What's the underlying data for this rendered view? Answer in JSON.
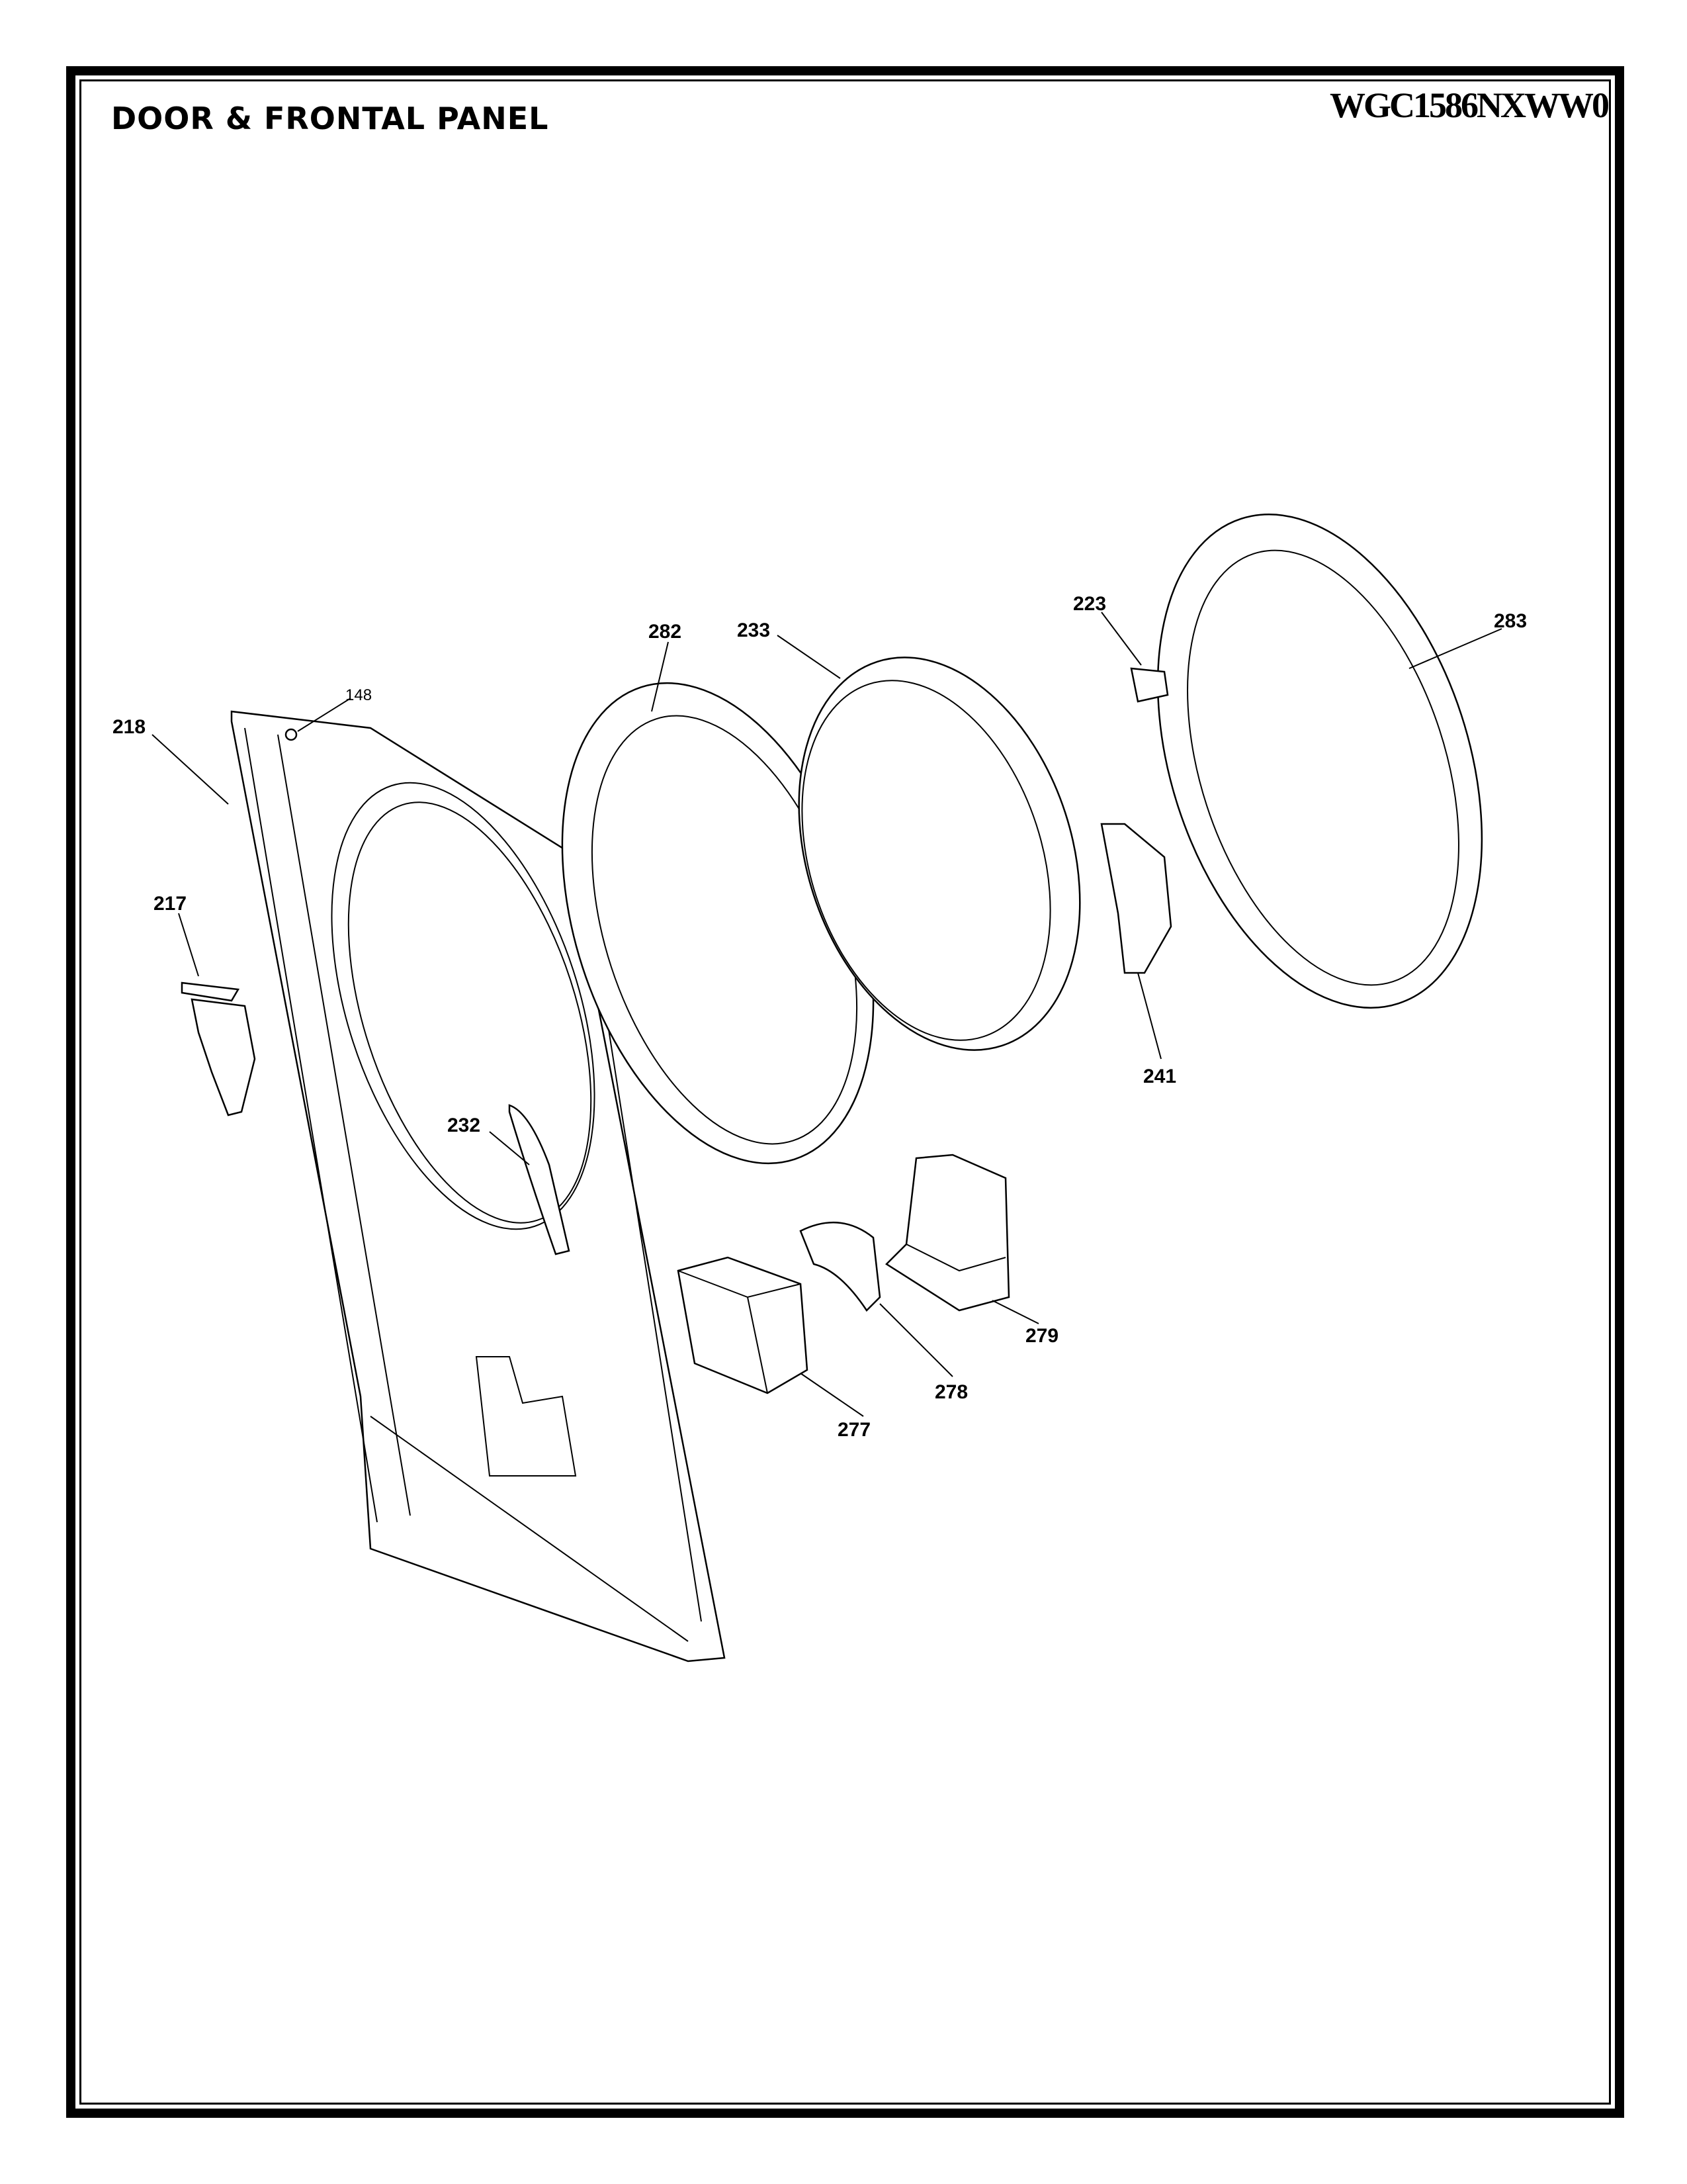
{
  "header": {
    "title": "DOOR & FRONTAL PANEL",
    "model": "WGC1586NXWW0"
  },
  "callouts": {
    "c148": "148",
    "c217": "217",
    "c218": "218",
    "c223": "223",
    "c232": "232",
    "c233": "233",
    "c241": "241",
    "c277": "277",
    "c278": "278",
    "c279": "279",
    "c282": "282",
    "c283": "283"
  }
}
